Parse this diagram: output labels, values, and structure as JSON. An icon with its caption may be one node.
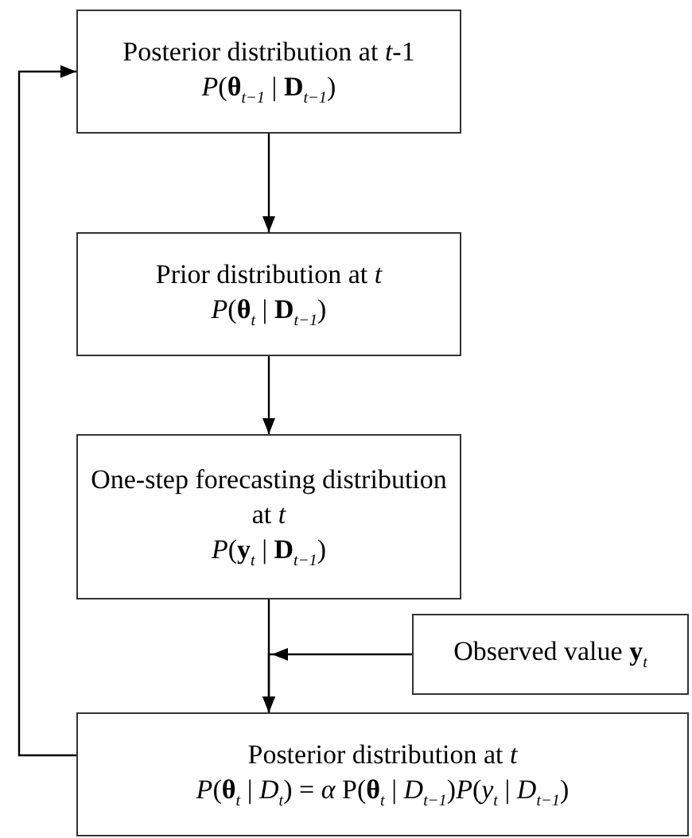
{
  "diagram": {
    "nodes": [
      {
        "text": [
          "Posterior distribution at *t*-1",
          "*P*(**θ**$_{t−1}$ | **D**$_{t−1}$)"
        ]
      },
      {
        "text": [
          "Prior distribution at *t*",
          "*P*(**θ**$_{t}$ | **D**$_{t−1}$)"
        ]
      },
      {
        "text": [
          "One-step forecasting distribution at *t*",
          "*P*(**y**$_{t}$ | **D**$_{t−1}$)"
        ]
      },
      {
        "text": [
          "Observed value **y**$_{t}$"
        ]
      },
      {
        "text": [
          "Posterior distribution at *t*",
          "*P*(**θ**$_{t}$ | *D*$_{t}$) = *α* P(**θ**$_{t}$ | *D*$_{t−1}$)*P*(*y*$_{t}$ | *D*$_{t−1}$)"
        ]
      }
    ],
    "edges": [
      {
        "from": 0,
        "to": 1,
        "arrow": "to"
      },
      {
        "from": 1,
        "to": 2,
        "arrow": "to"
      },
      {
        "from": 2,
        "to": 4,
        "arrow": "to"
      },
      {
        "from": 3,
        "to": 4,
        "arrow": "to"
      },
      {
        "from": 4,
        "to": 0,
        "arrow": "to"
      }
    ]
  }
}
